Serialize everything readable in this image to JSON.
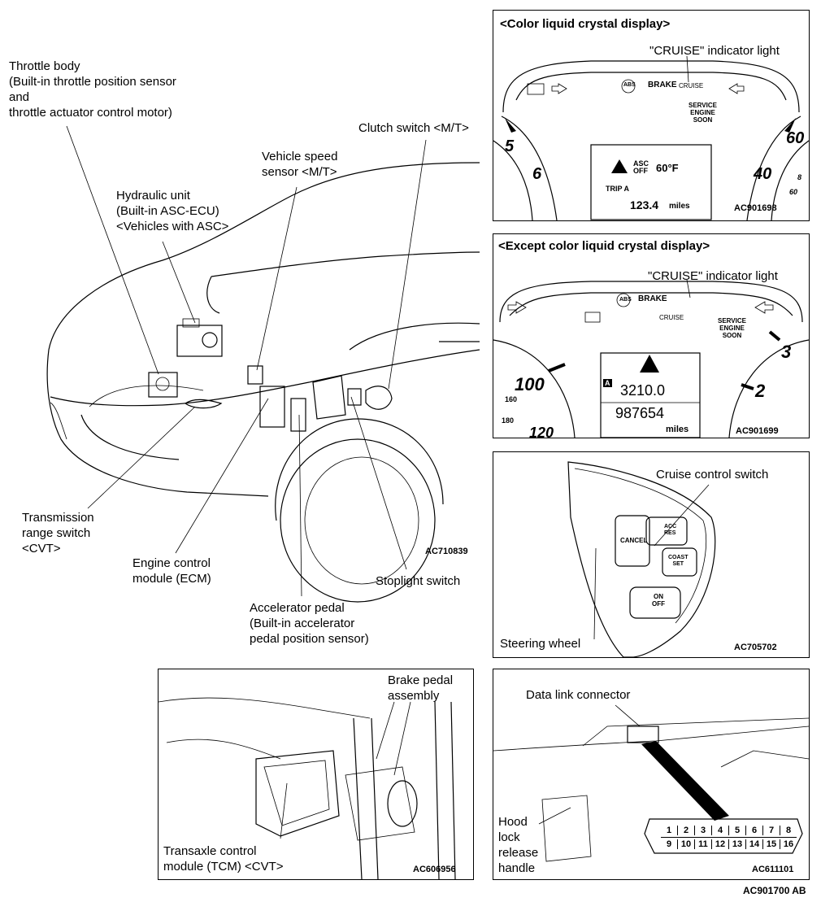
{
  "main": {
    "labels": {
      "throttle_body": "Throttle body",
      "throttle_body_line2": "(Built-in throttle position sensor",
      "throttle_body_line3": "and",
      "throttle_body_line4": "throttle actuator control motor)",
      "clutch_switch": "Clutch switch <M/T>",
      "vehicle_speed_line1": "Vehicle speed",
      "vehicle_speed_line2": "sensor <M/T>",
      "hydraulic_line1": "Hydraulic unit",
      "hydraulic_line2": "(Built-in ASC-ECU)",
      "hydraulic_line3": "<Vehicles with ASC>",
      "trs_line1": "Transmission",
      "trs_line2": "range switch",
      "trs_line3": "<CVT>",
      "ecm_line1": "Engine control",
      "ecm_line2": "module (ECM)",
      "stoplight": "Stoplight switch",
      "accel_line1": "Accelerator pedal",
      "accel_line2": "(Built-in accelerator",
      "accel_line3": "pedal position sensor)"
    },
    "code": "AC710839"
  },
  "lcd_panel": {
    "title": "<Color liquid crystal display>",
    "cruise_label": "\"CRUISE\" indicator light",
    "code": "AC901698",
    "abs": "ABS",
    "brake": "BRAKE",
    "cruise": "CRUISE",
    "service": [
      "SERVICE",
      "ENGINE",
      "SOON"
    ],
    "asc": "ASC",
    "off": "OFF",
    "temp": "60°F",
    "trip": "TRIP A",
    "trip_value": "123.4",
    "trip_unit": "miles",
    "gauge_nums": [
      "5",
      "6",
      "60",
      "40",
      "60",
      "8"
    ]
  },
  "except_panel": {
    "title": "<Except color liquid crystal display>",
    "cruise_label": "\"CRUISE\" indicator light",
    "code": "AC901699",
    "abs": "ABS",
    "brake": "BRAKE",
    "cruise": "CRUISE",
    "service": [
      "SERVICE",
      "ENGINE",
      "SOON"
    ],
    "trip_value": "3210.0",
    "odo_value": "987654",
    "odo_unit": "miles",
    "badge": "A",
    "gauge_nums": [
      "100",
      "160",
      "180",
      "120",
      "3",
      "2"
    ]
  },
  "steering_panel": {
    "cruise_switch": "Cruise control switch",
    "steering_wheel": "Steering wheel",
    "code": "AC705702",
    "cancel": "CANCEL",
    "acc": "ACC",
    "res": "RES",
    "coast": "COAST",
    "set": "SET",
    "on": "ON",
    "off": "OFF"
  },
  "tcm_panel": {
    "brake_line1": "Brake pedal",
    "brake_line2": "assembly",
    "tcm_line1": "Transaxle control",
    "tcm_line2": "module (TCM) <CVT>",
    "code": "AC606956"
  },
  "dlc_panel": {
    "dlc_label": "Data link connector",
    "hood_lines": [
      "Hood",
      "lock",
      "release",
      "handle"
    ],
    "code": "AC611101",
    "pins_top": [
      "1",
      "2",
      "3",
      "4",
      "5",
      "6",
      "7",
      "8"
    ],
    "pins_bottom": [
      "9",
      "10",
      "11",
      "12",
      "13",
      "14",
      "15",
      "16"
    ]
  },
  "footer_code": "AC901700 AB"
}
